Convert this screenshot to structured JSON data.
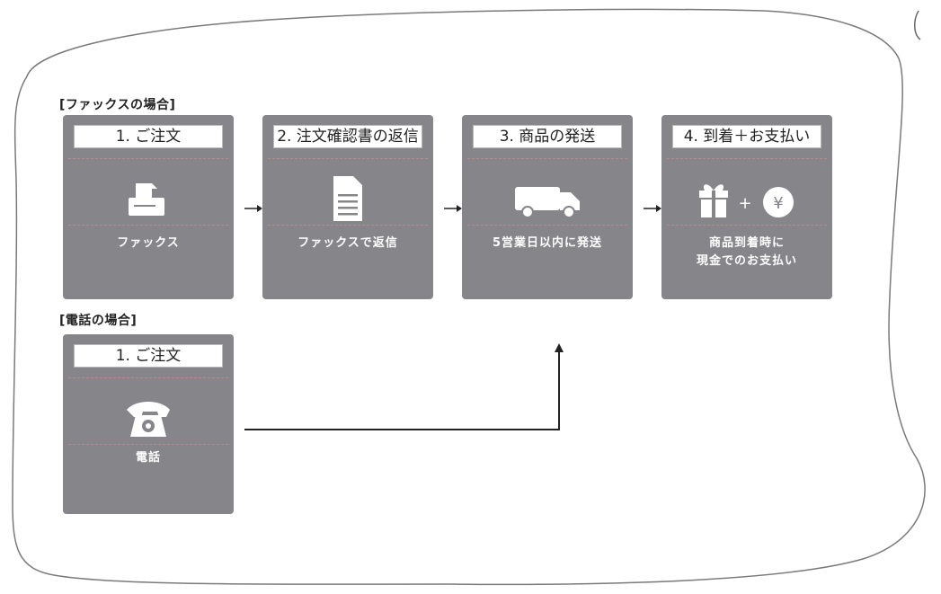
{
  "fax_section": {
    "title": "[ファックスの場合]",
    "steps": [
      {
        "header": "1. ご注文",
        "label": [
          "ファックス"
        ],
        "icon": "fax-icon"
      },
      {
        "header": "2. 注文確認書の返信",
        "label": [
          "ファックスで返信"
        ],
        "icon": "document-icon"
      },
      {
        "header": "3. 商品の発送",
        "label": [
          "5営業日以内に発送"
        ],
        "icon": "truck-icon"
      },
      {
        "header": "4. 到着＋お支払い",
        "label": [
          "商品到着時に",
          "現金でのお支払い"
        ],
        "icon": "gift-plus-yen-icon",
        "plus": "+",
        "yen": "¥"
      }
    ]
  },
  "phone_section": {
    "title": "[電話の場合]",
    "step": {
      "header": "1. ご注文",
      "label": [
        "電話"
      ],
      "icon": "telephone-icon"
    }
  },
  "colors": {
    "card": "#85858a",
    "header_bg": "#ffffff",
    "text_on_card": "#ffffff"
  }
}
